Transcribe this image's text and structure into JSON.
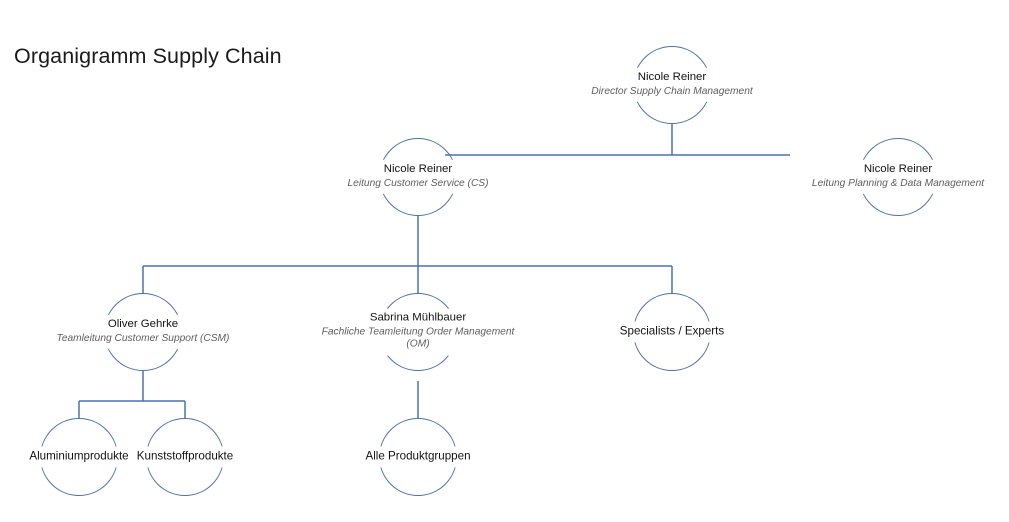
{
  "title": "Organigramm Supply Chain",
  "theme": {
    "line_color": "#4a72b0",
    "name_color": "#131313",
    "role_color": "#5e5e5e",
    "background": "#ffffff"
  },
  "nodes": {
    "director": {
      "name": "Nicole Reiner",
      "role": "Director Supply Chain Management"
    },
    "customer_service": {
      "name": "Nicole Reiner",
      "role": "Leitung Customer Service (CS)"
    },
    "planning_data": {
      "name": "Nicole Reiner",
      "role": "Leitung Planning & Data Management"
    },
    "customer_support": {
      "name": "Oliver Gehrke",
      "role": "Teamleitung Customer Support (CSM)"
    },
    "order_management": {
      "name": "Sabrina Mühlbauer",
      "role": "Fachliche Teamleitung Order Management (OM)"
    },
    "specialists": {
      "name": "Specialists / Experts",
      "role": ""
    },
    "aluminium": {
      "name": "Aluminiumprodukte",
      "role": ""
    },
    "kunststoff": {
      "name": "Kunststoffprodukte",
      "role": ""
    },
    "alle_produktgruppen": {
      "name": "Alle Produktgruppen",
      "role": ""
    }
  }
}
